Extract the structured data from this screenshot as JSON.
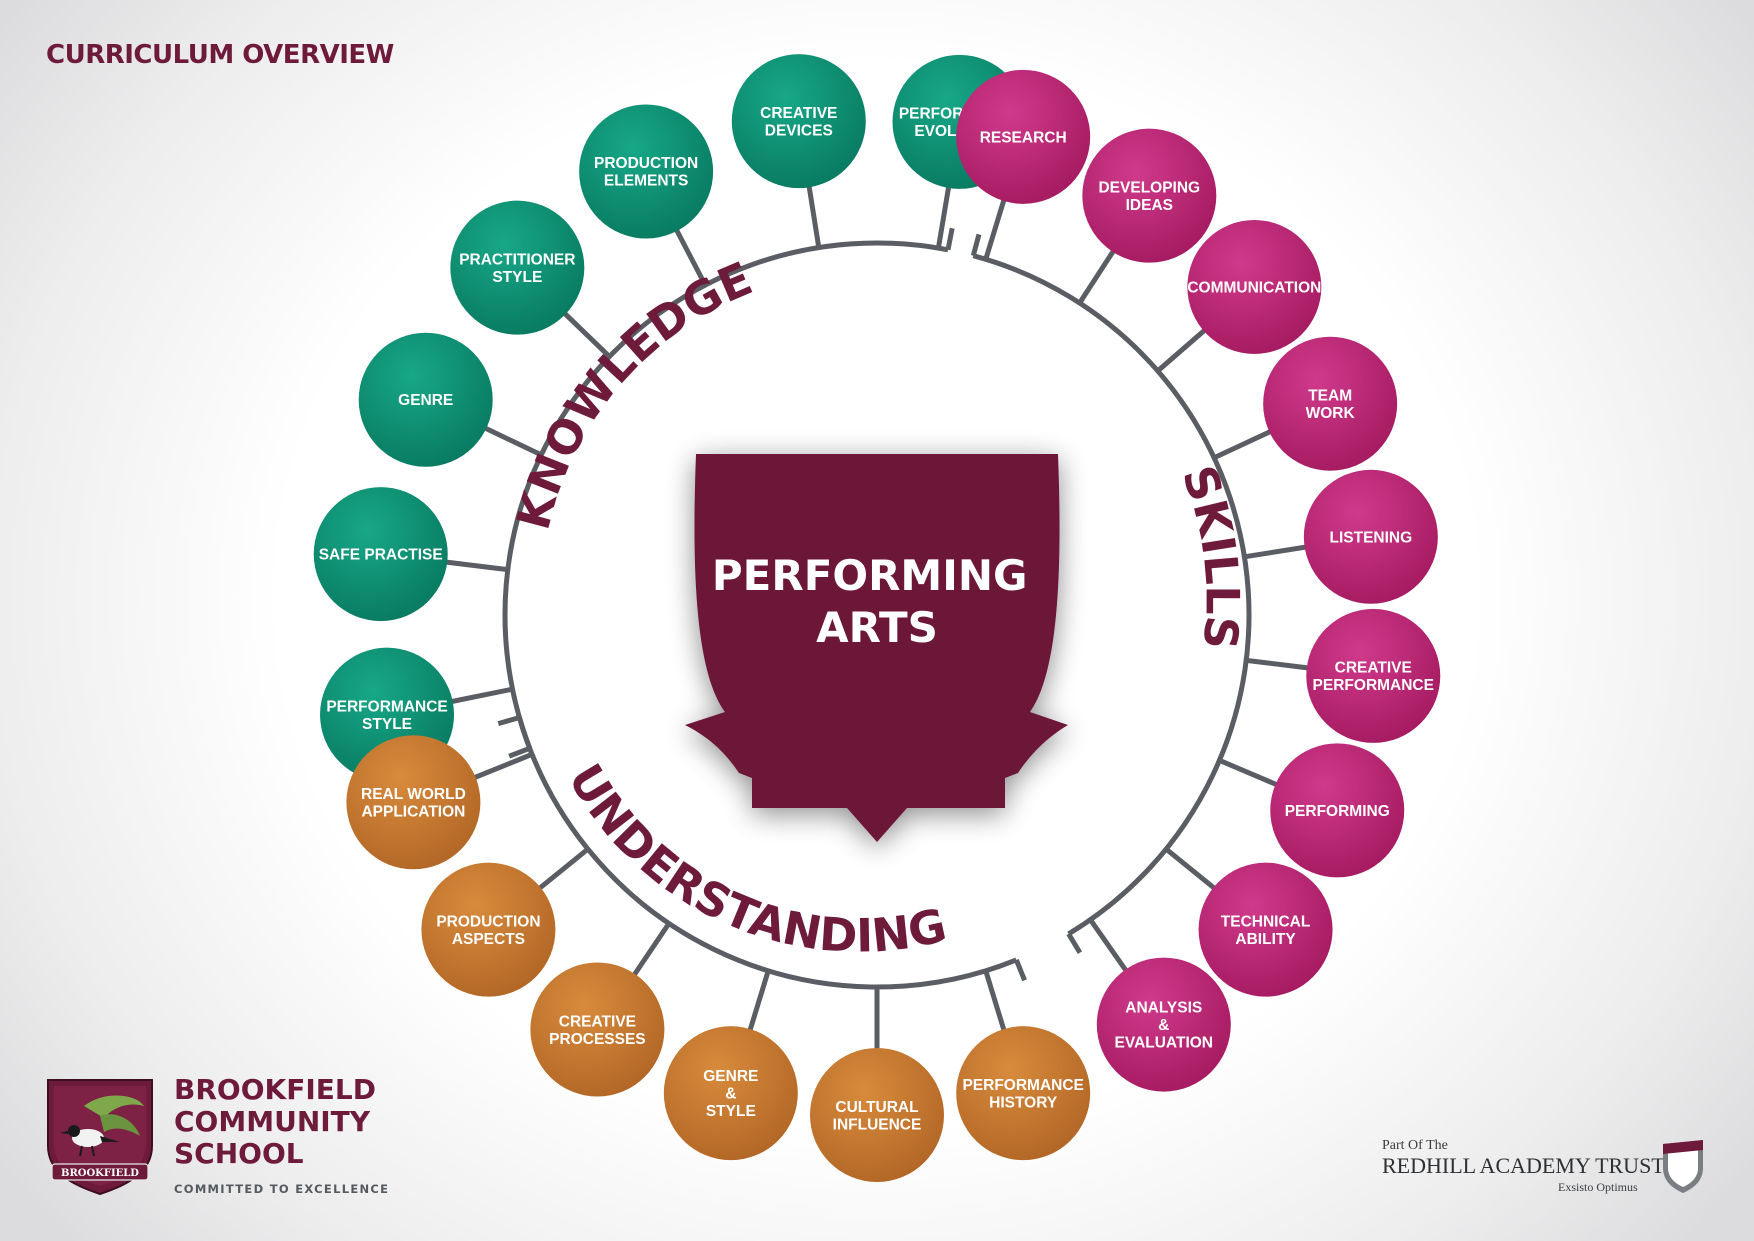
{
  "page": {
    "title": "CURRICULUM OVERVIEW"
  },
  "center": {
    "lines": [
      "PERFORMING",
      "ARTS"
    ]
  },
  "colors": {
    "knowledge": "#0f9677",
    "skills": "#c0237a",
    "understanding": "#c8792e",
    "brand": "#6e1a3b",
    "ring": "#5a5d63"
  },
  "groups": [
    {
      "key": "knowledge",
      "label": "KNOWLEDGE",
      "items": [
        {
          "lines": [
            "PERFORMANCE",
            "STYLE"
          ]
        },
        {
          "lines": [
            "SAFE PRACTISE"
          ]
        },
        {
          "lines": [
            "GENRE"
          ]
        },
        {
          "lines": [
            "PRACTITIONER",
            "STYLE"
          ]
        },
        {
          "lines": [
            "PRODUCTION",
            "ELEMENTS"
          ]
        },
        {
          "lines": [
            "CREATIVE",
            "DEVICES"
          ]
        },
        {
          "lines": [
            "PERFORMANCE",
            "EVOLUTION"
          ]
        }
      ]
    },
    {
      "key": "skills",
      "label": "SKILLS",
      "items": [
        {
          "lines": [
            "RESEARCH"
          ]
        },
        {
          "lines": [
            "DEVELOPING",
            "IDEAS"
          ]
        },
        {
          "lines": [
            "COMMUNICATION"
          ]
        },
        {
          "lines": [
            "TEAM",
            "WORK"
          ]
        },
        {
          "lines": [
            "LISTENING"
          ]
        },
        {
          "lines": [
            "CREATIVE",
            "PERFORMANCE"
          ]
        },
        {
          "lines": [
            "PERFORMING"
          ]
        },
        {
          "lines": [
            "TECHNICAL",
            "ABILITY"
          ]
        },
        {
          "lines": [
            "ANALYSIS",
            "&",
            "EVALUATION"
          ]
        }
      ]
    },
    {
      "key": "understanding",
      "label": "UNDERSTANDING",
      "items": [
        {
          "lines": [
            "REAL WORLD",
            "APPLICATION"
          ]
        },
        {
          "lines": [
            "PRODUCTION",
            "ASPECTS"
          ]
        },
        {
          "lines": [
            "CREATIVE",
            "PROCESSES"
          ]
        },
        {
          "lines": [
            "GENRE",
            "&",
            "STYLE"
          ]
        },
        {
          "lines": [
            "CULTURAL",
            "INFLUENCE"
          ]
        },
        {
          "lines": [
            "PERFORMANCE",
            "HISTORY"
          ]
        }
      ]
    }
  ],
  "school": {
    "name": "BROOKFIELD\nCOMMUNITY\nSCHOOL",
    "tagline": "COMMITTED TO EXCELLENCE",
    "logo_text": "BROOKFIELD"
  },
  "trust": {
    "part_of": "Part Of The",
    "name": "REDHILL ACADEMY TRUST",
    "motto": "Exsisto Optimus"
  }
}
